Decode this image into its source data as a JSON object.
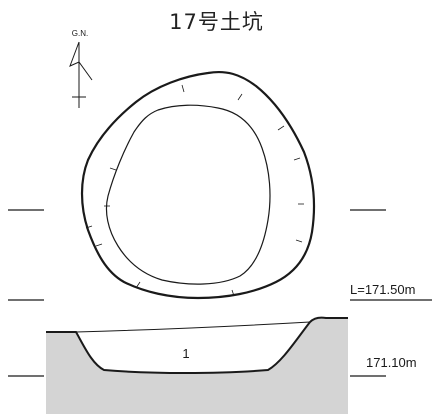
{
  "figure": {
    "title": "17号土坑",
    "north_label": "G.N.",
    "elevation_top": "L=171.50m",
    "elevation_bottom": "171.10m",
    "layer_number": "1",
    "colors": {
      "line": "#1a1a1a",
      "section_fill": "#d4d4d4",
      "background": "#ffffff"
    }
  }
}
